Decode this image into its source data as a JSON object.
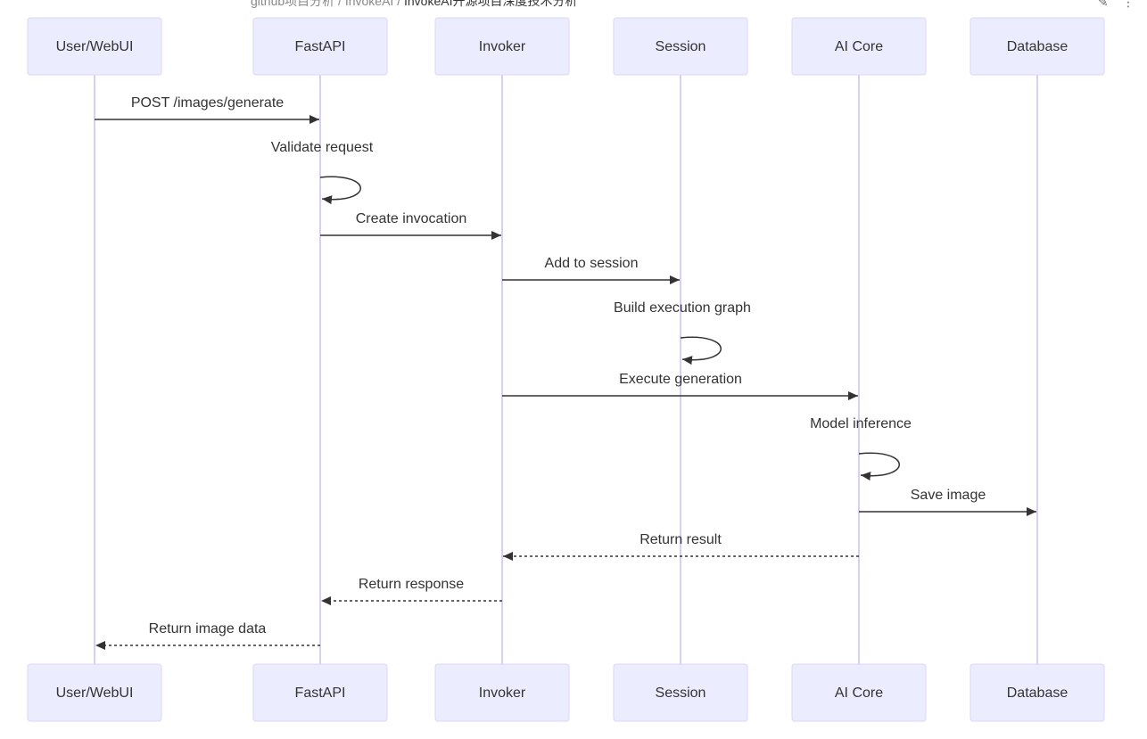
{
  "breadcrumb": [
    "github项目分析",
    "InvokeAI",
    "InvokeAI开源项目深度技术分析"
  ],
  "toolbar": {
    "edit_icon": "pencil-icon",
    "more_icon": "more-vertical-icon"
  },
  "diagram": {
    "type": "sequence",
    "participants": [
      "User/WebUI",
      "FastAPI",
      "Invoker",
      "Session",
      "AI Core",
      "Database"
    ],
    "messages": [
      {
        "from": 0,
        "to": 1,
        "label": "POST /images/generate",
        "style": "solid"
      },
      {
        "from": 1,
        "to": 1,
        "label": "Validate request",
        "style": "solid"
      },
      {
        "from": 1,
        "to": 2,
        "label": "Create invocation",
        "style": "solid"
      },
      {
        "from": 2,
        "to": 3,
        "label": "Add to session",
        "style": "solid"
      },
      {
        "from": 3,
        "to": 3,
        "label": "Build execution graph",
        "style": "solid"
      },
      {
        "from": 2,
        "to": 4,
        "label": "Execute generation",
        "style": "solid"
      },
      {
        "from": 4,
        "to": 4,
        "label": "Model inference",
        "style": "solid"
      },
      {
        "from": 4,
        "to": 5,
        "label": "Save image",
        "style": "solid"
      },
      {
        "from": 4,
        "to": 2,
        "label": "Return result",
        "style": "dashed"
      },
      {
        "from": 2,
        "to": 1,
        "label": "Return response",
        "style": "dashed"
      },
      {
        "from": 1,
        "to": 0,
        "label": "Return image data",
        "style": "dashed"
      }
    ],
    "colors": {
      "actor_fill": "#ececff",
      "actor_border": "#dcd6f7",
      "lifeline": "#d8d0ee",
      "arrow": "#333333"
    }
  }
}
